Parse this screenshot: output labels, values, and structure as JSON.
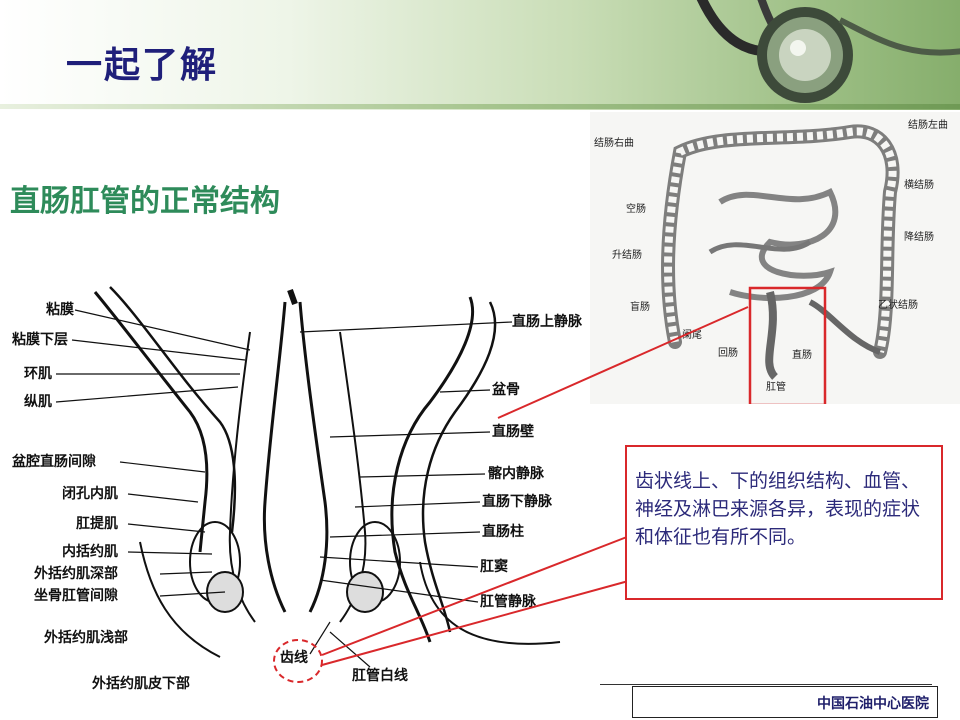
{
  "slide": {
    "title": "一起了解",
    "subtitle": "直肠肛管的正常结构",
    "callout_text": "齿状线上、下的组织结构、血管、神经及淋巴来源各异，表现的症状和体征也有所不同。",
    "footer": "中国石油中心医院"
  },
  "anatomy_labels": {
    "left": [
      "粘膜",
      "粘膜下层",
      "环肌",
      "纵肌",
      "盆腔直肠间隙",
      "闭孔内肌",
      "肛提肌",
      "内括约肌",
      "外括约肌深部",
      "坐骨肛管间隙",
      "外括约肌浅部",
      "外括约肌皮下部"
    ],
    "right": [
      "直肠上静脉",
      "盆骨",
      "直肠壁",
      "髂内静脉",
      "直肠下静脉",
      "直肠柱",
      "肛窦",
      "肛管静脉"
    ],
    "bottom": [
      "齿线",
      "肛管白线"
    ]
  },
  "colon_labels": [
    "结肠右曲",
    "结肠左曲",
    "横结肠",
    "空肠",
    "降结肠",
    "升结肠",
    "盲肠",
    "乙状结肠",
    "阑尾",
    "回肠",
    "直肠",
    "肛管"
  ],
  "colors": {
    "title": "#1f1f7a",
    "subtitle": "#2e8b5a",
    "callout_border": "#d9282b",
    "callout_text": "#2c2a7a",
    "highlight": "#d9282b"
  }
}
